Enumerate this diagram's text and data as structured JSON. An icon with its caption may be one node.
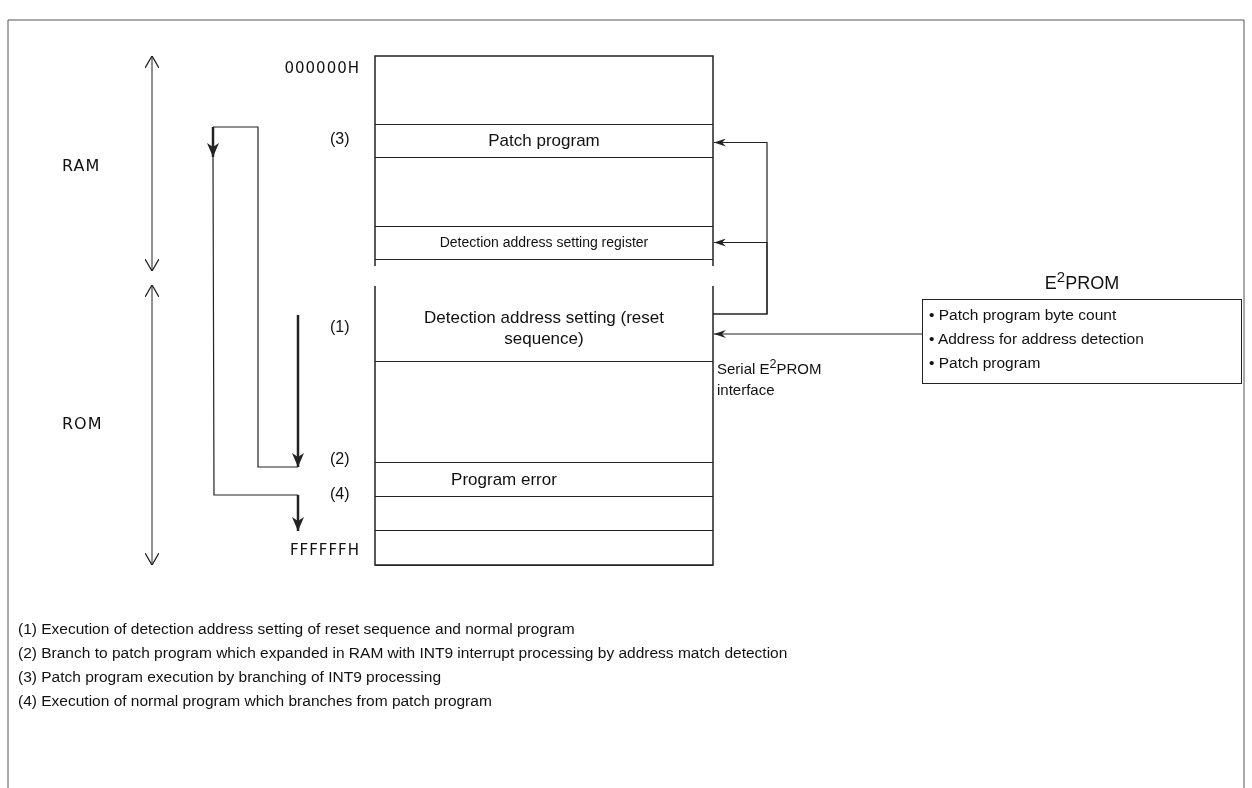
{
  "diagram": {
    "nodes": [
      {
        "text": [],
        "shape": "box"
      },
      {
        "text": [
          "Patch program"
        ]
      },
      {
        "text": [],
        "shape": "box"
      },
      {
        "text": [
          "Detection address setting register"
        ]
      },
      {
        "text": [
          "Detection address setting (reset sequence)"
        ]
      },
      {
        "text": [],
        "shape": "box"
      },
      {
        "text": [
          "Program error"
        ]
      },
      {
        "text": [],
        "shape": "box"
      },
      {
        "text": [],
        "shape": "box"
      },
      {
        "text": [
          "E$^{2}$PROM",
          "• Patch program byte count",
          "• Address for address detection",
          "• Patch program"
        ]
      }
    ],
    "edges": [
      {
        "from": 9,
        "to": 4,
        "arrow": "to",
        "label": "Serial E$^{2}$PROM interface"
      },
      {
        "from": 4,
        "to": 1,
        "arrow": "to"
      },
      {
        "from": 4,
        "to": 3,
        "arrow": "to"
      }
    ],
    "labels": [
      "000000H",
      "(3)",
      "RAM",
      "(1)",
      "ROM",
      "(2)",
      "(4)",
      "FFFFFFH",
      "(1) Execution of detection address setting of reset sequence and normal program",
      "(2) Branch to patch program which expanded in RAM with INT9 interrupt processing by address match detection",
      "(3) Patch program execution by branching of INT9 processing",
      "(4) Execution of normal program which branches from patch program"
    ]
  }
}
